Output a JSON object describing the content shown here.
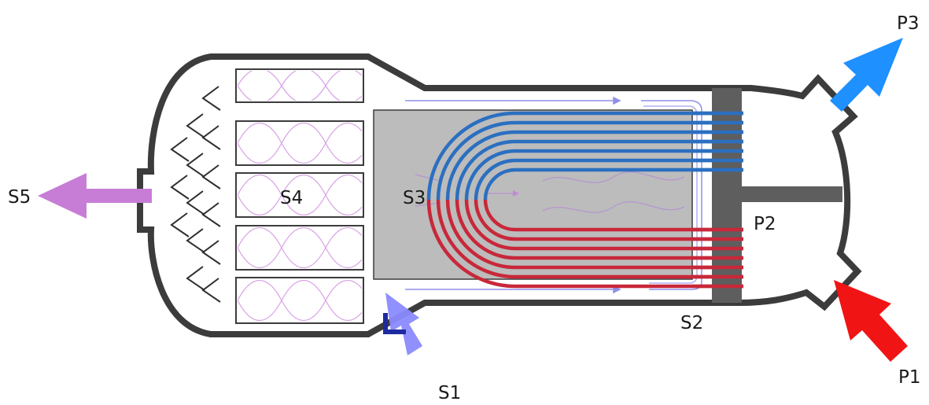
{
  "labels": {
    "p1": "P1",
    "p2": "P2",
    "p3": "P3",
    "s1": "S1",
    "s2": "S2",
    "s3": "S3",
    "s4": "S4",
    "s5": "S5"
  },
  "colors": {
    "shell_stroke": "#3c3c3c",
    "tube_sheet": "#5e5e5e",
    "bundle_fill": "#bcbcbc",
    "hot_tube": "#c8283a",
    "cold_tube": "#2b6fc0",
    "primary_inlet_arrow": "#f01414",
    "primary_outlet_arrow": "#1e90ff",
    "feedwater_arrow": "#7b7bff",
    "steam_outlet_arrow": "#c77dd6",
    "separator_wave": "#d9a6e6"
  }
}
